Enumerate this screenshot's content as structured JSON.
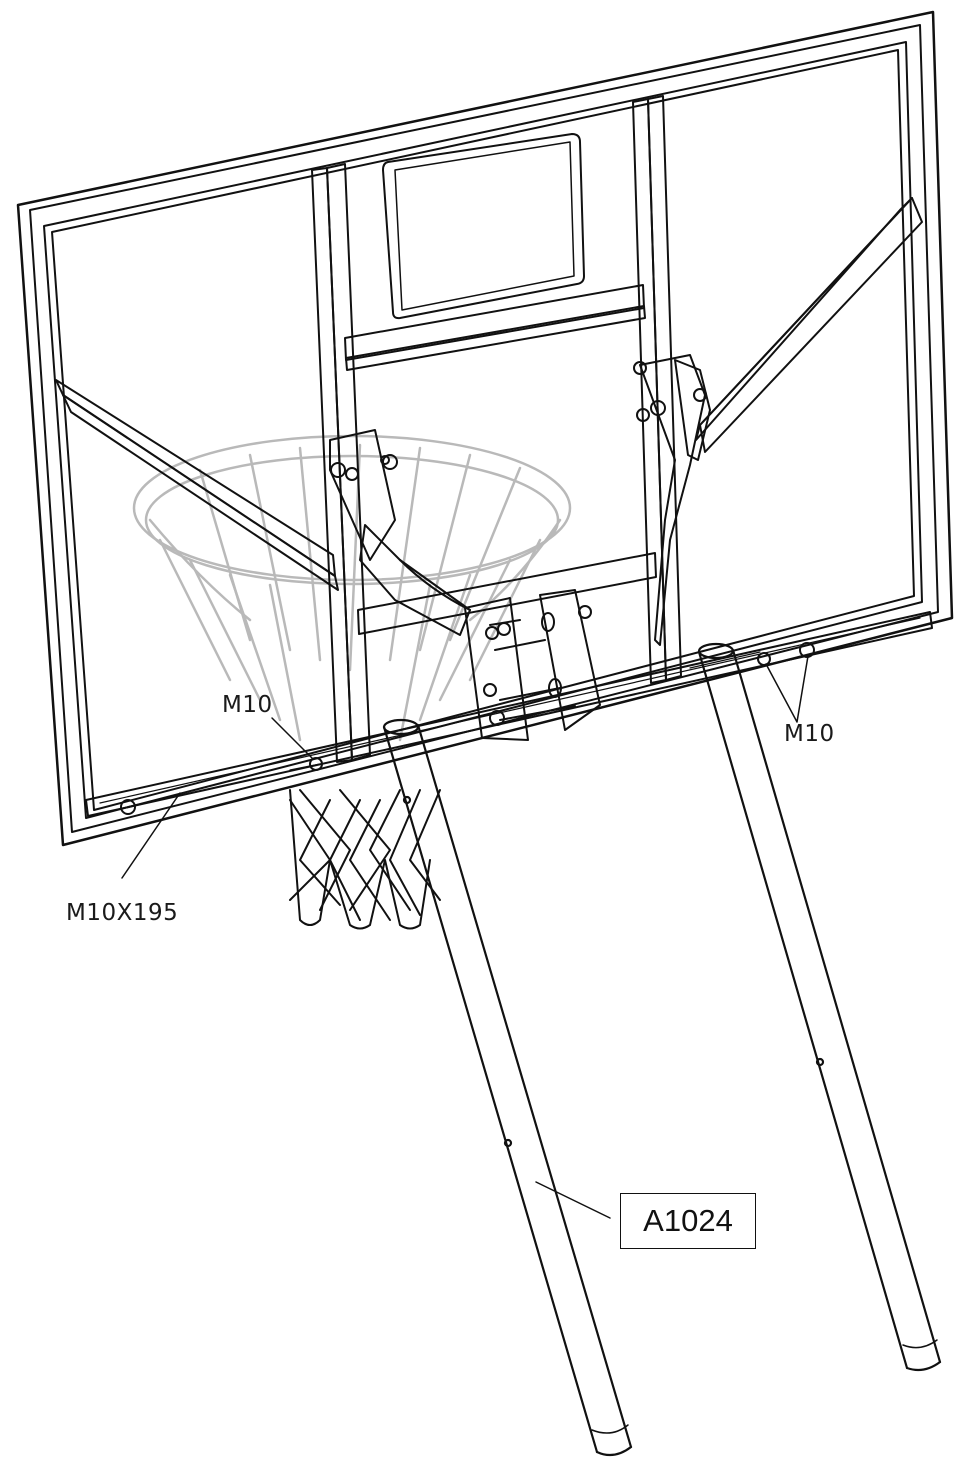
{
  "labels": {
    "bolt_left": "M10",
    "bolt_right": "M10",
    "bolt_long": "M10X195",
    "part_number": "A1024"
  },
  "colors": {
    "line": "#111111",
    "ghost": "#b9b9b9",
    "background": "#ffffff"
  }
}
